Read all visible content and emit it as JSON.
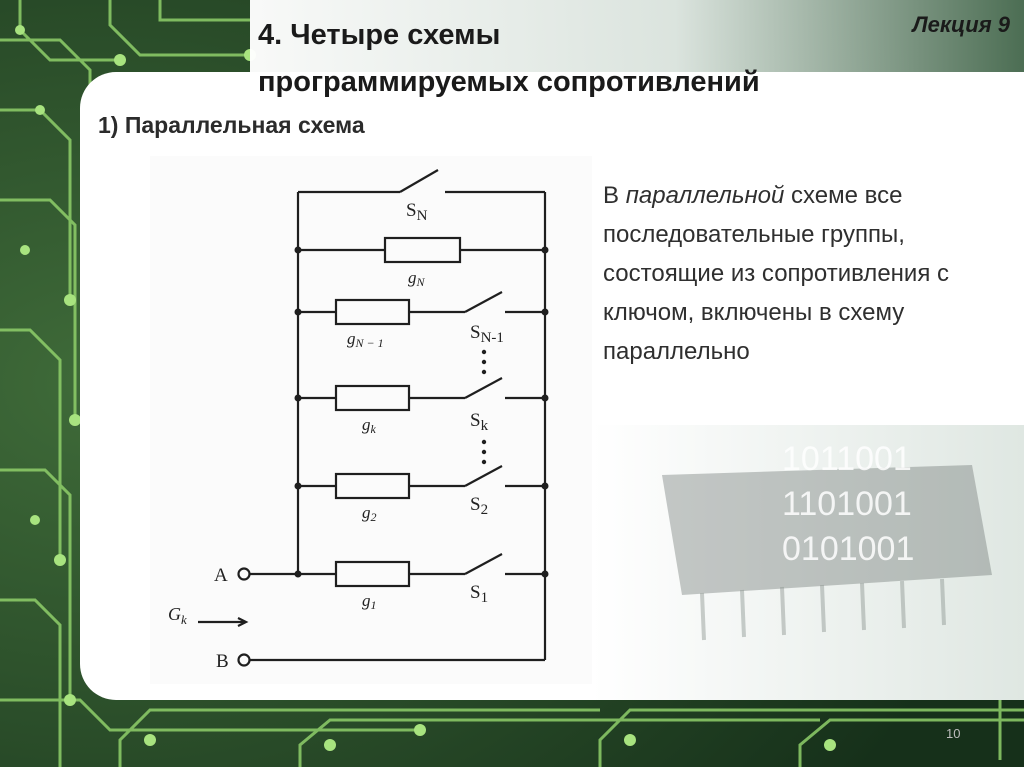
{
  "slide": {
    "title_line1": "4. Четыре схемы",
    "title_line2": "программируемых сопротивлений",
    "lecture": "Лекция 9",
    "section": "1) Параллельная  схема",
    "page_number": "10"
  },
  "description": {
    "prefix": "В ",
    "emphasis": "параллельной",
    "text": " схеме все последовательные группы, состоящие из сопротивления с ключом, включены в схему параллельно"
  },
  "circuit": {
    "switch_labels": [
      "S",
      "S",
      "S",
      "S"
    ],
    "switch_subscripts": [
      "N",
      "N-1",
      "k",
      "2"
    ],
    "switch_1_label": "S",
    "switch_1_subscript": "1",
    "conductance_labels": [
      "g",
      "g",
      "g",
      "g",
      "g"
    ],
    "conductance_subscripts": [
      "N",
      "N − 1",
      "k",
      "2",
      "1"
    ],
    "terminal_a": "A",
    "terminal_b": "B",
    "conductance_total": "G",
    "conductance_total_subscript": "k"
  },
  "chip": {
    "binary_lines": [
      "1011001",
      "1101001",
      "0101001"
    ]
  }
}
